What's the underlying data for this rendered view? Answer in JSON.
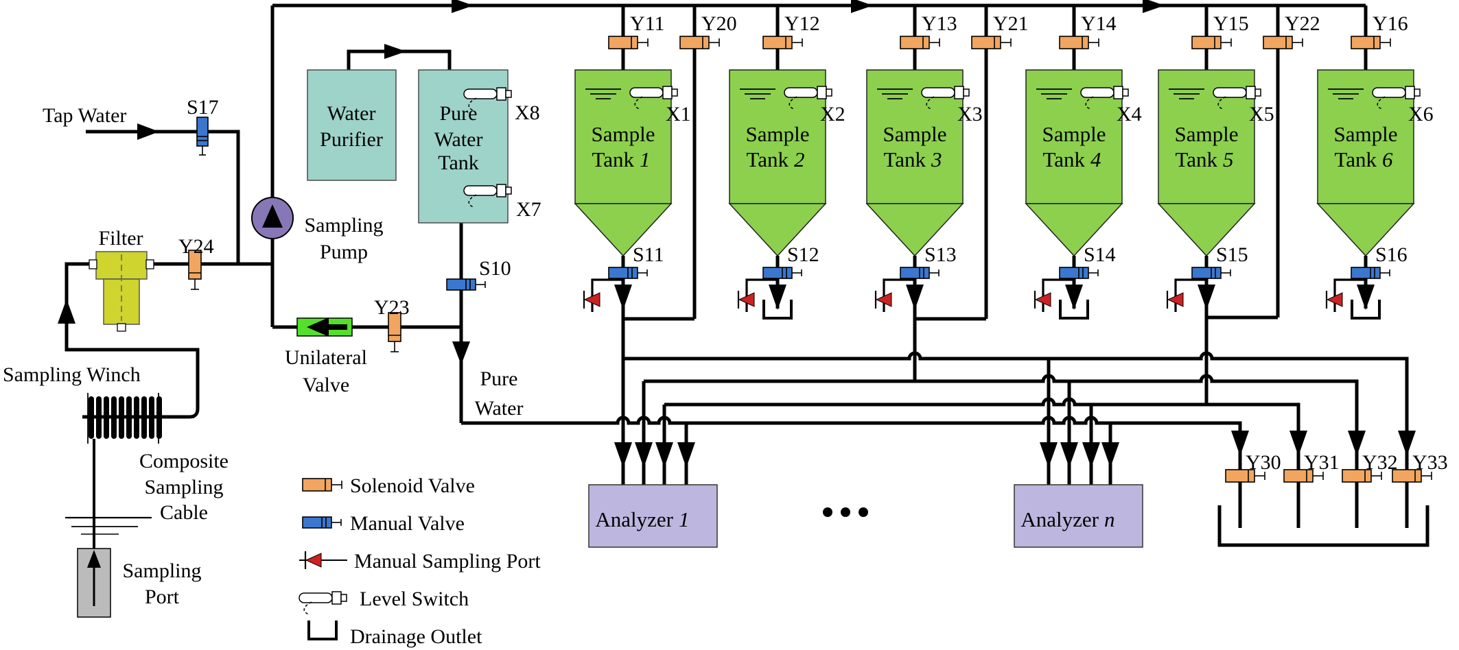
{
  "diagram": {
    "source": {
      "tap_water": "Tap Water",
      "valve": "S17"
    },
    "filter": {
      "label": "Filter",
      "valve": "Y24"
    },
    "winch": {
      "label": "Sampling Winch",
      "cable": [
        "Composite",
        "Sampling",
        "Cable"
      ],
      "port": [
        "Sampling",
        "Port"
      ]
    },
    "pump": {
      "label": [
        "Sampling",
        "Pump"
      ]
    },
    "purifier": {
      "label": [
        "Water",
        "Purifier"
      ]
    },
    "pure_tank": {
      "label": [
        "Pure",
        "Water",
        "Tank"
      ],
      "switch_top": "X8",
      "switch_bottom": "X7",
      "valve": "S10"
    },
    "check_valve": {
      "label": [
        "Unilateral",
        "Valve"
      ],
      "solenoid": "Y23"
    },
    "pure_line": {
      "label": [
        "Pure",
        "Water"
      ]
    },
    "tanks": [
      {
        "l1": "Sample",
        "l2": "Tank",
        "num": "1",
        "top": "Y11",
        "sw": "X1",
        "bot": "S11"
      },
      {
        "l1": "Sample",
        "l2": "Tank",
        "num": "2",
        "top": "Y12",
        "sw": "X2",
        "bot": "S12"
      },
      {
        "l1": "Sample",
        "l2": "Tank",
        "num": "3",
        "top": "Y13",
        "sw": "X3",
        "bot": "S13"
      },
      {
        "l1": "Sample",
        "l2": "Tank",
        "num": "4",
        "top": "Y14",
        "sw": "X4",
        "bot": "S14"
      },
      {
        "l1": "Sample",
        "l2": "Tank",
        "num": "5",
        "top": "Y15",
        "sw": "X5",
        "bot": "S15"
      },
      {
        "l1": "Sample",
        "l2": "Tank",
        "num": "6",
        "top": "Y16",
        "sw": "X6",
        "bot": "S16"
      }
    ],
    "bypass": [
      "Y20",
      "Y21",
      "Y22"
    ],
    "drain_valves": [
      "Y30",
      "Y31",
      "Y32",
      "Y33"
    ],
    "analyzers": [
      {
        "w": "Analyzer",
        "n": "1"
      },
      {
        "w": "Analyzer",
        "n": "n"
      }
    ],
    "legend": [
      "Solenoid Valve",
      "Manual Valve",
      "Manual Sampling Port",
      "Level Switch",
      "Drainage Outlet"
    ]
  },
  "colors": {
    "tank_green": "#8CD04E",
    "teal": "#9ED3C9",
    "pump_purple": "#8877B6",
    "analyzer_lavender": "#BDB7DF",
    "solenoid_orange": "#F2A55F",
    "manual_blue": "#3B77CE",
    "check_valve_green": "#54DF2B",
    "sampling_port_red": "#CC2222",
    "filter_yellow": "#CFD42E",
    "probe_gray": "#BBBBBB"
  }
}
